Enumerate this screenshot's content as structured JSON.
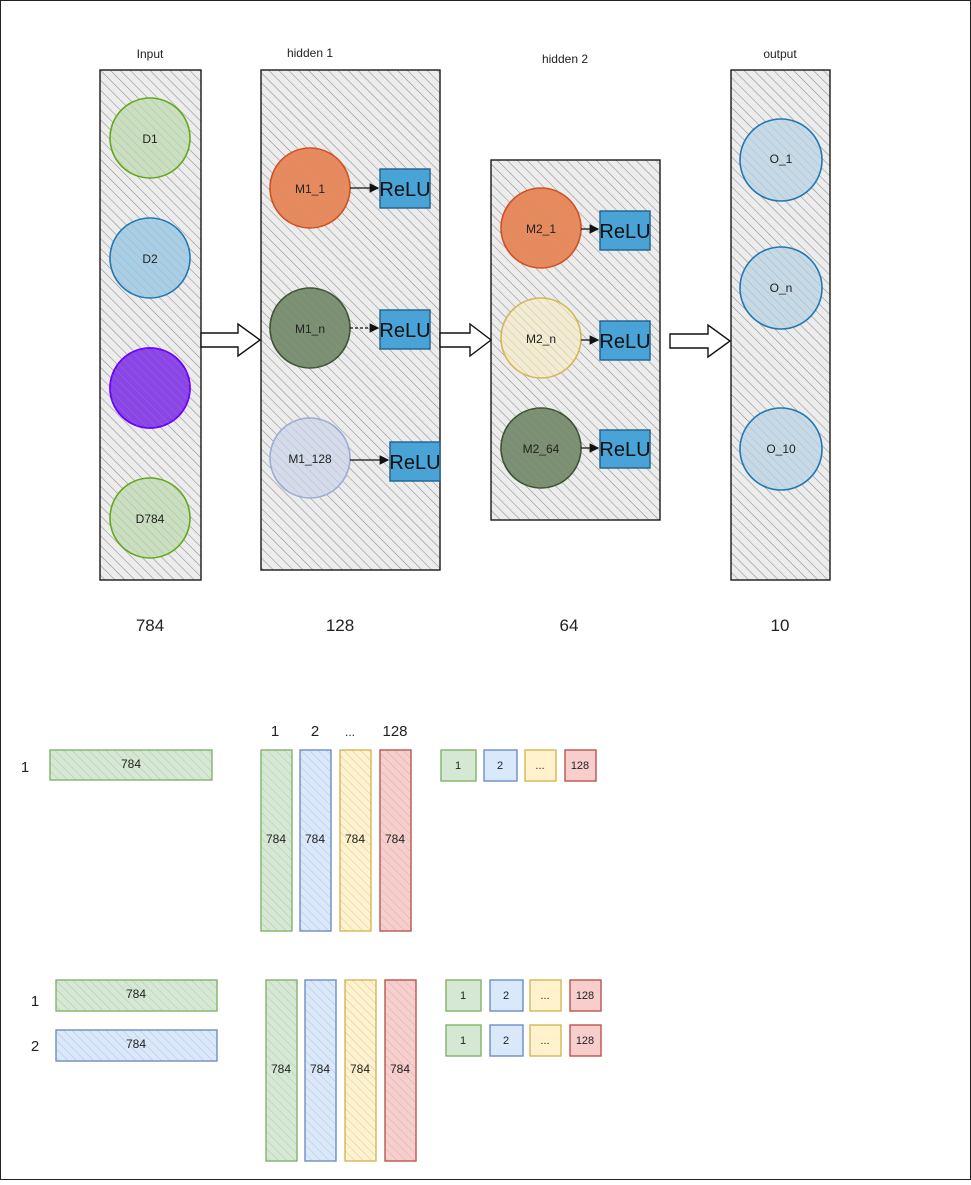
{
  "colors": {
    "green": "#60a917",
    "green_fill": "#d5e8d4",
    "blue": "#1f77b4",
    "blue_fill": "#b1ddf0",
    "purple": "#6a00ff",
    "orange": "#d24f1e",
    "dark_green": "#3a5431",
    "gray_blue": "#9aaed6",
    "yellow": "#d6b656",
    "red": "#b85450",
    "relu_fill": "#4aa3d6",
    "hatch": "#9a9a9a",
    "panel_fill": "#e6e6e6"
  },
  "diagram": {
    "layers": [
      {
        "title": "Input",
        "size_label": "784",
        "nodes": [
          {
            "label": "D1",
            "color": "green"
          },
          {
            "label": "D2",
            "color": "blue"
          },
          {
            "label": "",
            "color": "purple"
          },
          {
            "label": "D784",
            "color": "green"
          }
        ]
      },
      {
        "title": "hidden 1",
        "size_label": "128",
        "nodes": [
          {
            "label": "M1_1",
            "color": "orange",
            "activation": "ReLU"
          },
          {
            "label": "M1_n",
            "color": "dark_green",
            "activation": "ReLU"
          },
          {
            "label": "M1_128",
            "color": "gray_blue",
            "activation": "ReLU"
          }
        ]
      },
      {
        "title": "hidden 2",
        "size_label": "64",
        "nodes": [
          {
            "label": "M2_1",
            "color": "orange",
            "activation": "ReLU"
          },
          {
            "label": "M2_n",
            "color": "yellow",
            "activation": "ReLU"
          },
          {
            "label": "M2_64",
            "color": "dark_green",
            "activation": "ReLU"
          }
        ]
      },
      {
        "title": "output",
        "size_label": "10",
        "nodes": [
          {
            "label": "O_1",
            "color": "blue"
          },
          {
            "label": "O_n",
            "color": "blue"
          },
          {
            "label": "O_10",
            "color": "blue"
          }
        ]
      }
    ]
  },
  "matmul": [
    {
      "row_labels": [
        "1"
      ],
      "input_rows": [
        {
          "label": "784",
          "color": "green"
        }
      ],
      "column_headers": [
        "1",
        "2",
        "...",
        "128"
      ],
      "weight_columns": [
        {
          "label": "784",
          "color": "green"
        },
        {
          "label": "784",
          "color": "blue"
        },
        {
          "label": "784",
          "color": "yellow"
        },
        {
          "label": "784",
          "color": "red"
        }
      ],
      "output_rows": [
        [
          {
            "label": "1",
            "color": "green"
          },
          {
            "label": "2",
            "color": "blue"
          },
          {
            "label": "...",
            "color": "yellow"
          },
          {
            "label": "128",
            "color": "red"
          }
        ]
      ]
    },
    {
      "row_labels": [
        "1",
        "2"
      ],
      "input_rows": [
        {
          "label": "784",
          "color": "green"
        },
        {
          "label": "784",
          "color": "blue"
        }
      ],
      "column_headers": [],
      "weight_columns": [
        {
          "label": "784",
          "color": "green"
        },
        {
          "label": "784",
          "color": "blue"
        },
        {
          "label": "784",
          "color": "yellow"
        },
        {
          "label": "784",
          "color": "red"
        }
      ],
      "output_rows": [
        [
          {
            "label": "1",
            "color": "green"
          },
          {
            "label": "2",
            "color": "blue"
          },
          {
            "label": "...",
            "color": "yellow"
          },
          {
            "label": "128",
            "color": "red"
          }
        ],
        [
          {
            "label": "1",
            "color": "green"
          },
          {
            "label": "2",
            "color": "blue"
          },
          {
            "label": "...",
            "color": "yellow"
          },
          {
            "label": "128",
            "color": "red"
          }
        ]
      ]
    }
  ]
}
